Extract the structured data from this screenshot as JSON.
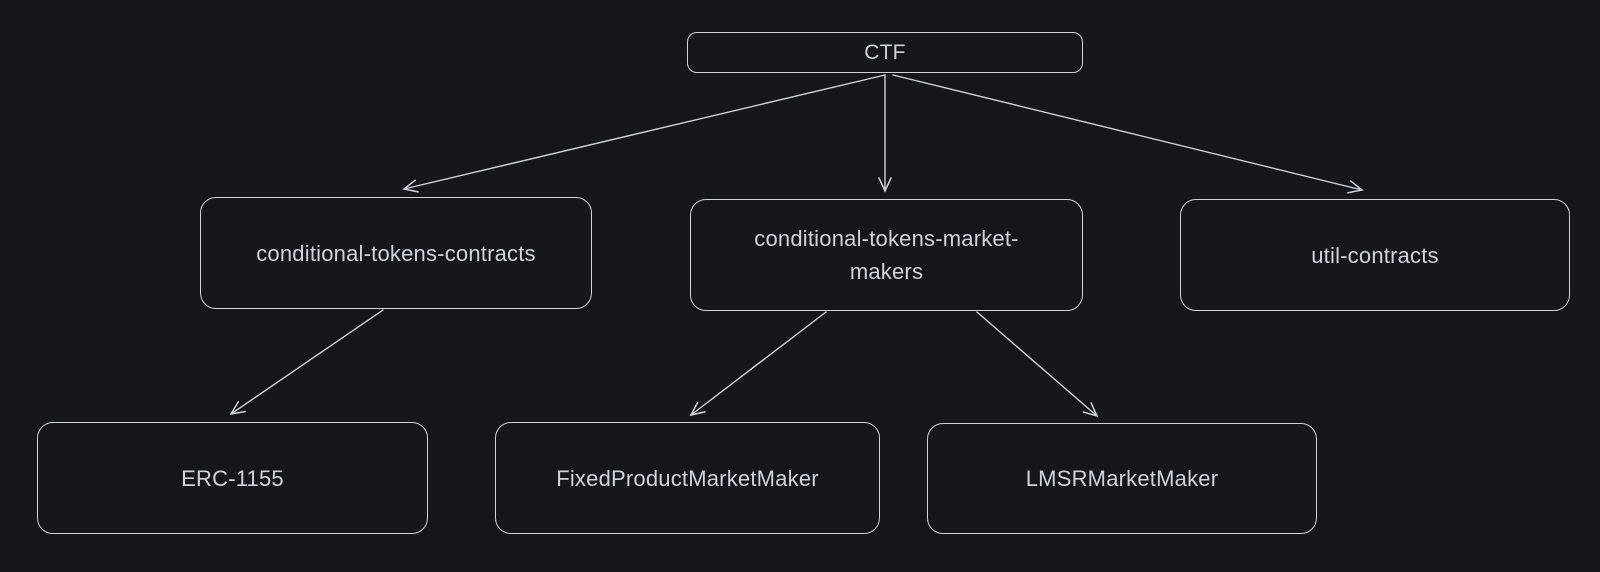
{
  "theme": {
    "background_color": "#15171c",
    "stroke_color": "#ced4da",
    "text_color": "#ced4da"
  },
  "diagram_type": "tree",
  "nodes": {
    "ctf": {
      "label": "CTF"
    },
    "ctc": {
      "label": "conditional-tokens-contracts"
    },
    "ctmm": {
      "label": "conditional-tokens-market-makers",
      "line1": "conditional-tokens-market-",
      "line2": "makers"
    },
    "util": {
      "label": "util-contracts"
    },
    "erc": {
      "label": "ERC-1155"
    },
    "fpmm": {
      "label": "FixedProductMarketMaker"
    },
    "lmsr": {
      "label": "LMSRMarketMaker"
    }
  },
  "edges": [
    {
      "from": "CTF",
      "to": "conditional-tokens-contracts"
    },
    {
      "from": "CTF",
      "to": "conditional-tokens-market-makers"
    },
    {
      "from": "CTF",
      "to": "util-contracts"
    },
    {
      "from": "conditional-tokens-contracts",
      "to": "ERC-1155"
    },
    {
      "from": "conditional-tokens-market-makers",
      "to": "FixedProductMarketMaker"
    },
    {
      "from": "conditional-tokens-market-makers",
      "to": "LMSRMarketMaker"
    }
  ]
}
